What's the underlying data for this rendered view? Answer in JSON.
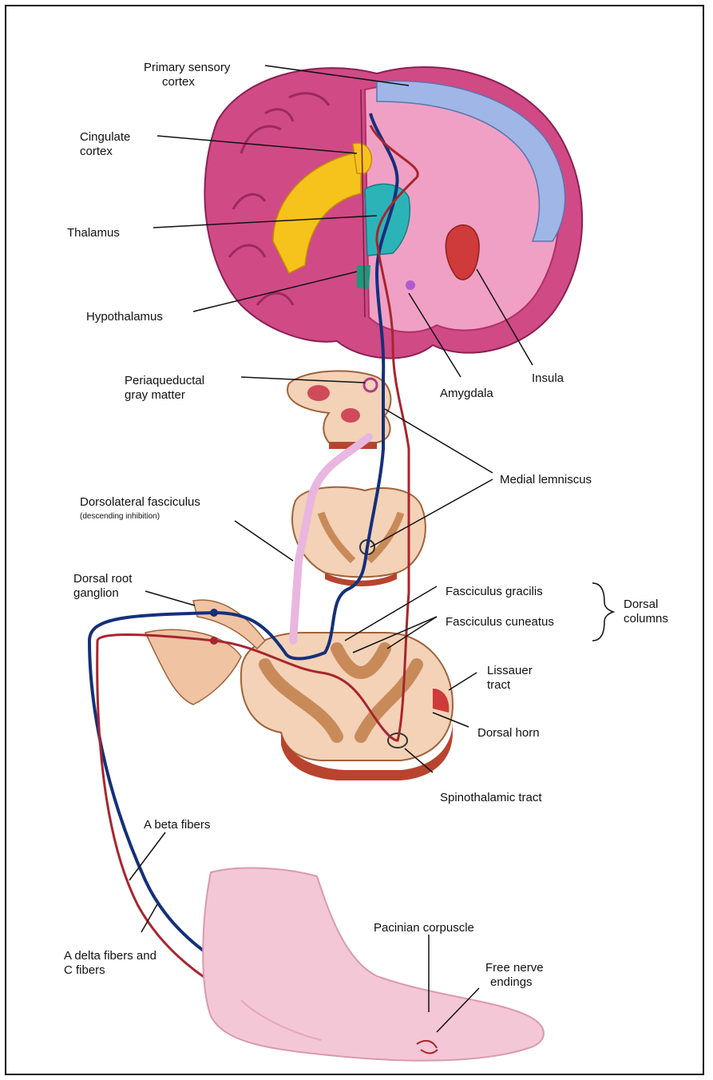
{
  "labels": {
    "primary_sensory_cortex": "Primary sensory",
    "primary_sensory_cortex_2": "cortex",
    "cingulate_cortex": "Cingulate",
    "cingulate_cortex_2": "cortex",
    "thalamus": "Thalamus",
    "hypothalamus": "Hypothalamus",
    "periaqueductal": "Periaqueductal",
    "periaqueductal_2": "gray matter",
    "amygdala": "Amygdala",
    "insula": "Insula",
    "medial_lemniscus": "Medial lemniscus",
    "dorsolateral_fasciculus": "Dorsolateral fasciculus",
    "dorsolateral_note": "(descending inhibition)",
    "dorsal_root_ganglion": "Dorsal root",
    "dorsal_root_ganglion_2": "ganglion",
    "fasciculus_gracilis": "Fasciculus gracilis",
    "fasciculus_cuneatus": "Fasciculus cuneatus",
    "dorsal_columns": "Dorsal",
    "dorsal_columns_2": "columns",
    "lissauer_tract": "Lissauer",
    "lissauer_tract_2": "tract",
    "dorsal_horn": "Dorsal horn",
    "spinothalamic_tract": "Spinothalamic tract",
    "a_beta_fibers": "A beta fibers",
    "a_delta_fibers": "A delta fibers and",
    "a_delta_fibers_2": "C fibers",
    "pacinian_corpuscle": "Pacinian corpuscle",
    "free_nerve_endings": "Free nerve",
    "free_nerve_endings_2": "endings"
  },
  "colors": {
    "brain": "#d04a86",
    "brain_light": "#f3a6c8",
    "sensory_cortex": "#9fb6e6",
    "cingulate": "#f6c21c",
    "thalamus": "#2bb3b8",
    "amygdala_insula": "#cf3a3a",
    "spinal_tissue": "#f3d2b7",
    "gray_matter": "#c98a5a",
    "blue_fiber": "#14307a",
    "red_fiber": "#a8252e",
    "descending": "#e9b6df",
    "foot": "#f4c7d6"
  }
}
